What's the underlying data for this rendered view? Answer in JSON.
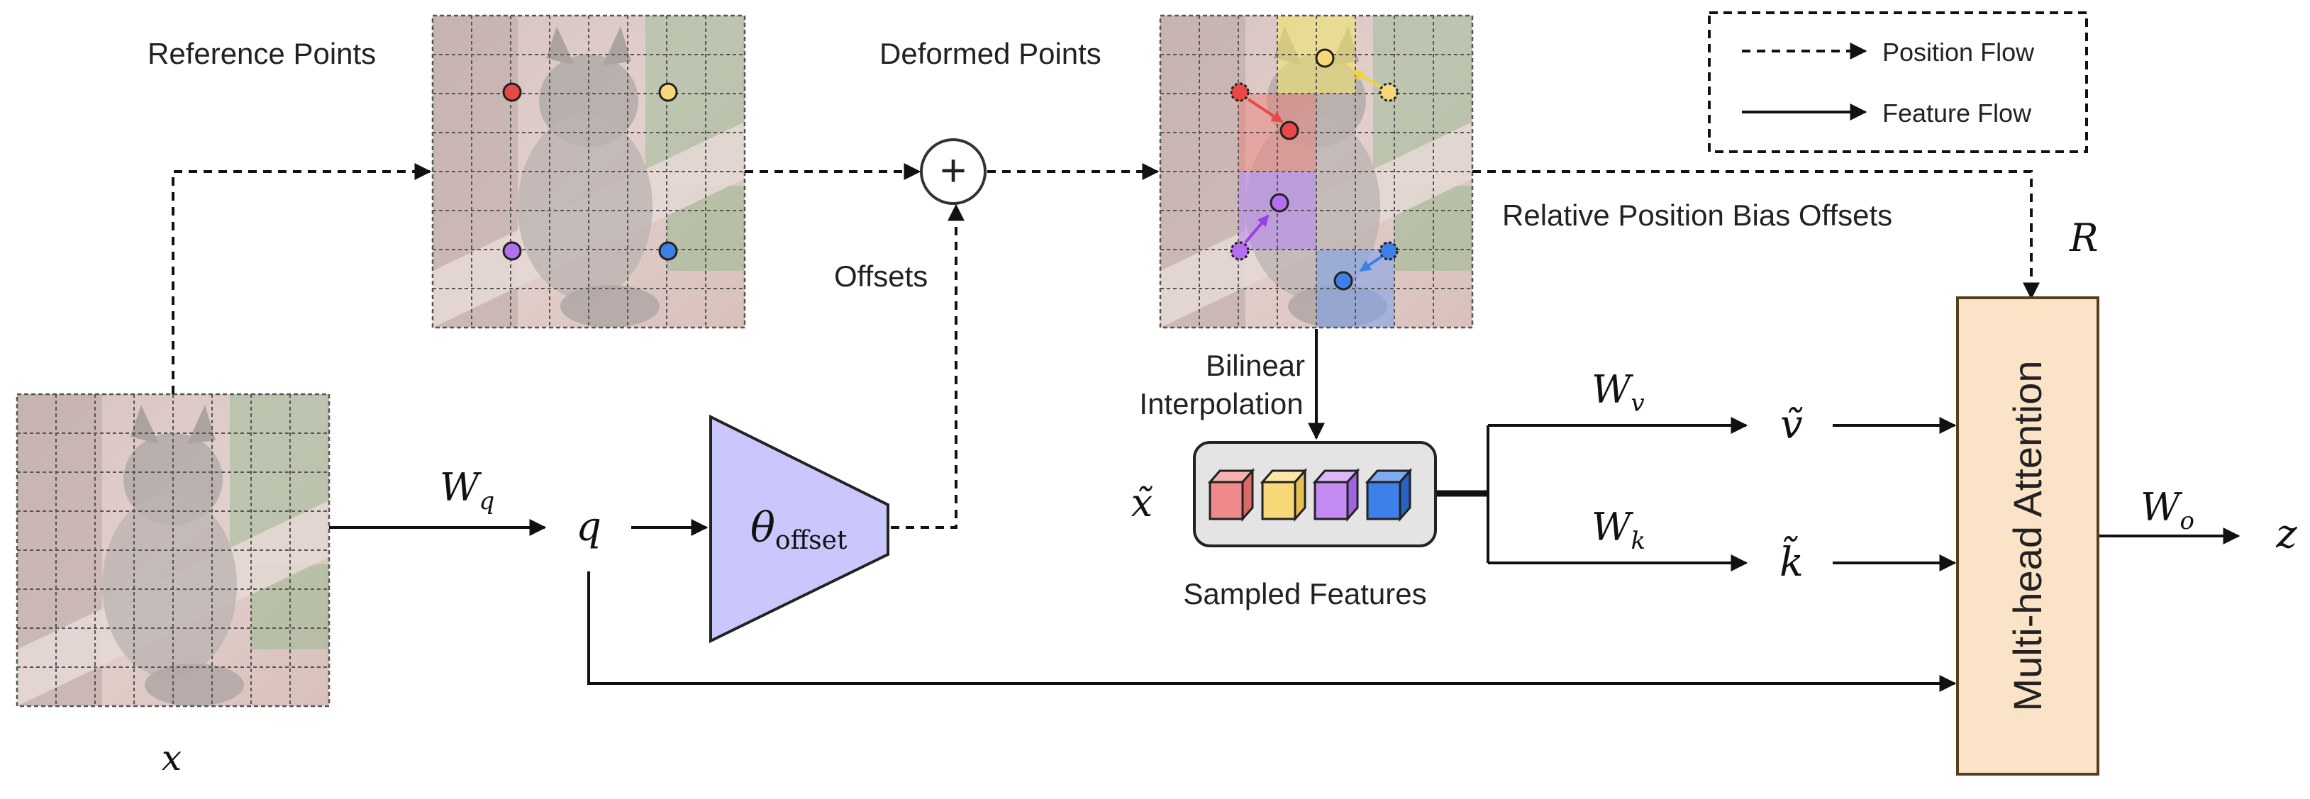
{
  "labels": {
    "reference_points": "Reference Points",
    "deformed_points": "Deformed Points",
    "offsets": "Offsets",
    "relative_position_bias_offsets": "Relative Position Bias Offsets",
    "bilinear_line1": "Bilinear",
    "bilinear_line2": "Interpolation",
    "sampled_features": "Sampled Features",
    "multi_head_attention": "Multi-head Attention"
  },
  "legend": {
    "position_flow": "Position Flow",
    "feature_flow": "Feature Flow"
  },
  "math": {
    "x": "x",
    "x_tilde": "x̃",
    "q": "q",
    "W_q": "W",
    "W_q_sub": "q",
    "theta": "θ",
    "theta_sub": "offset",
    "W_v": "W",
    "W_v_sub": "v",
    "W_k": "W",
    "W_k_sub": "k",
    "W_o": "W",
    "W_o_sub": "o",
    "v_tilde": "ṽ",
    "k_tilde": "k̃",
    "R": "R",
    "z": "z",
    "plus": "+"
  },
  "colors": {
    "red": "#e84848",
    "yellow": "#f7d777",
    "purple": "#b46ef0",
    "blue": "#3d80e8",
    "offset_net_fill": "#c9c7fb",
    "attention_fill": "#fbe3c8",
    "attention_stroke": "#5a3d1f",
    "grid_tint": "#e9c6c0",
    "sampled_box_fill": "#e4e4e4"
  }
}
